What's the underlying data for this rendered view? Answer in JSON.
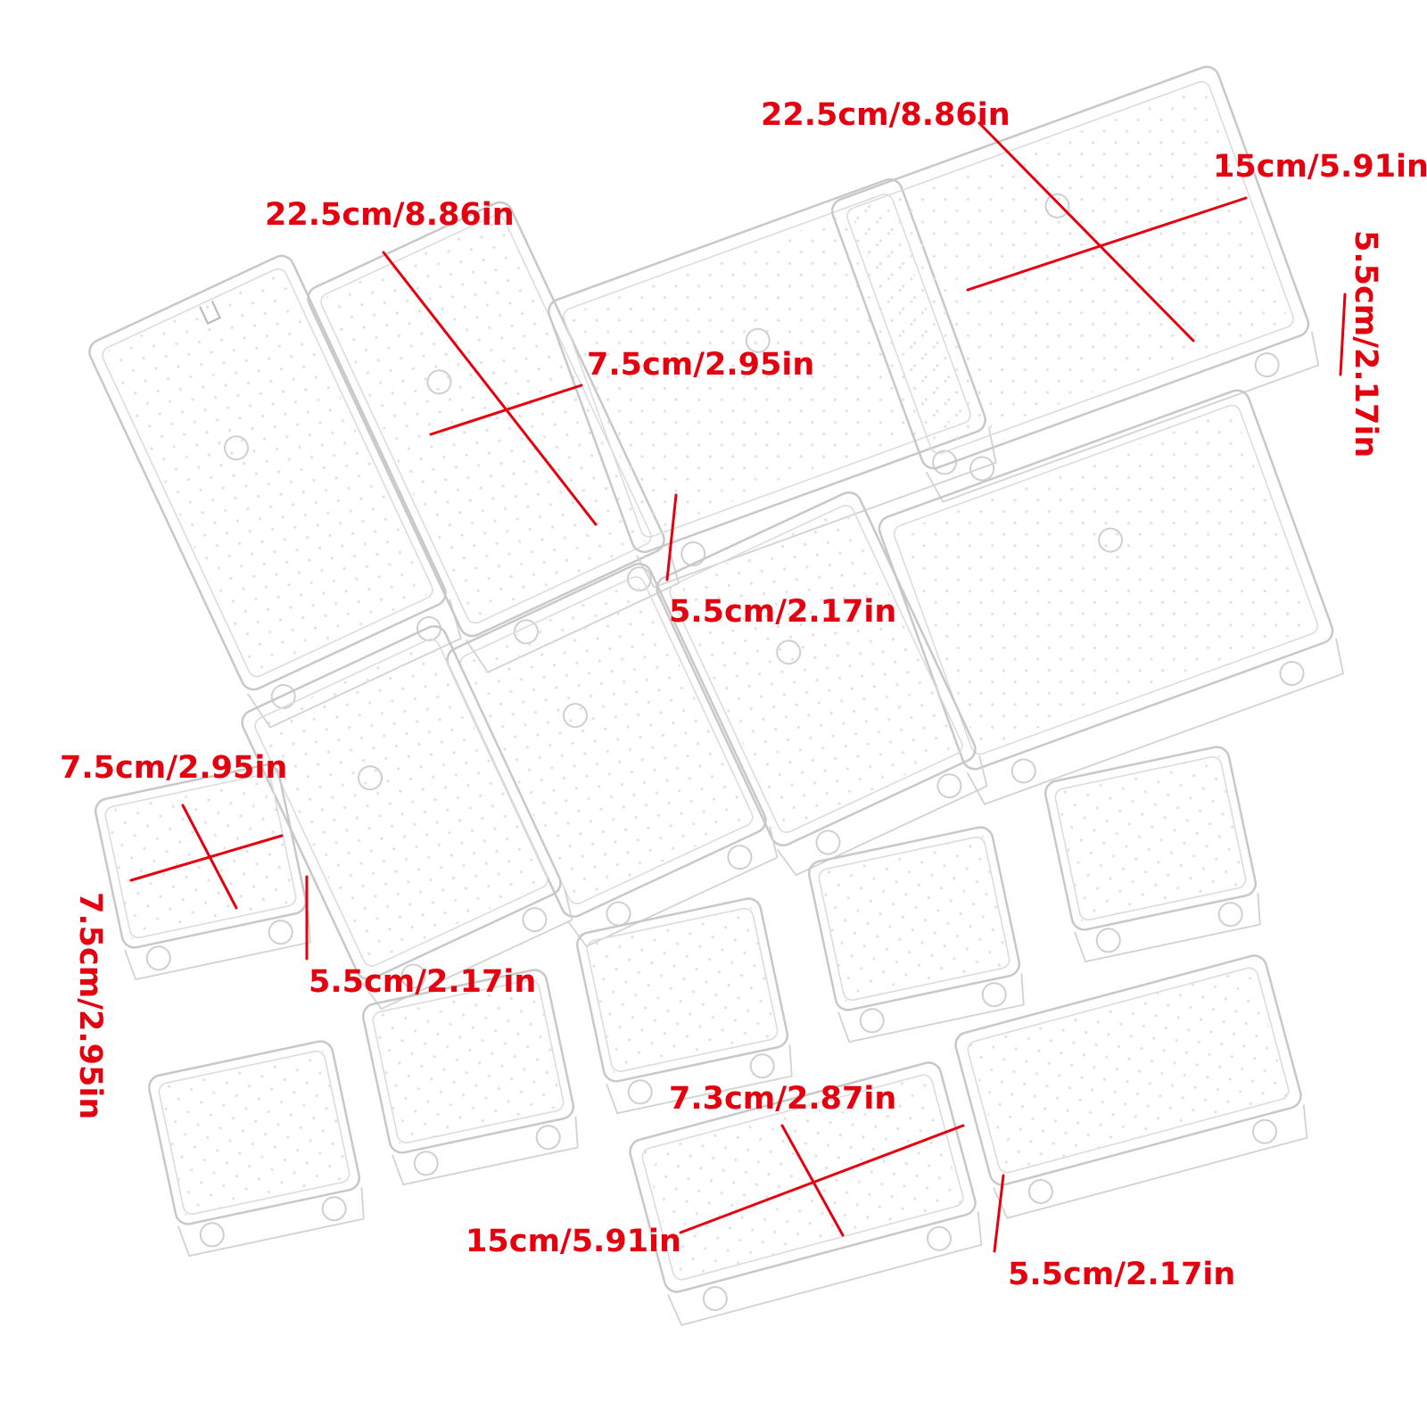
{
  "dimensions": {
    "large_top_length": "22.5cm/8.86in",
    "large_top_width": "15cm/5.91in",
    "large_top_height": "5.5cm/2.17in",
    "long_tray_length": "22.5cm/8.86in",
    "long_tray_width": "7.5cm/2.95in",
    "long_tray_height": "5.5cm/2.17in",
    "small_square_width": "7.5cm/2.95in",
    "small_square_length": "7.5cm/2.95in",
    "small_square_height": "5.5cm/2.17in",
    "medium_tray_width": "7.3cm/2.87in",
    "medium_tray_length": "15cm/5.91in",
    "medium_tray_height": "5.5cm/2.17in"
  },
  "colors": {
    "dimension": "#e4000f",
    "tray": "#c8c8c8"
  }
}
